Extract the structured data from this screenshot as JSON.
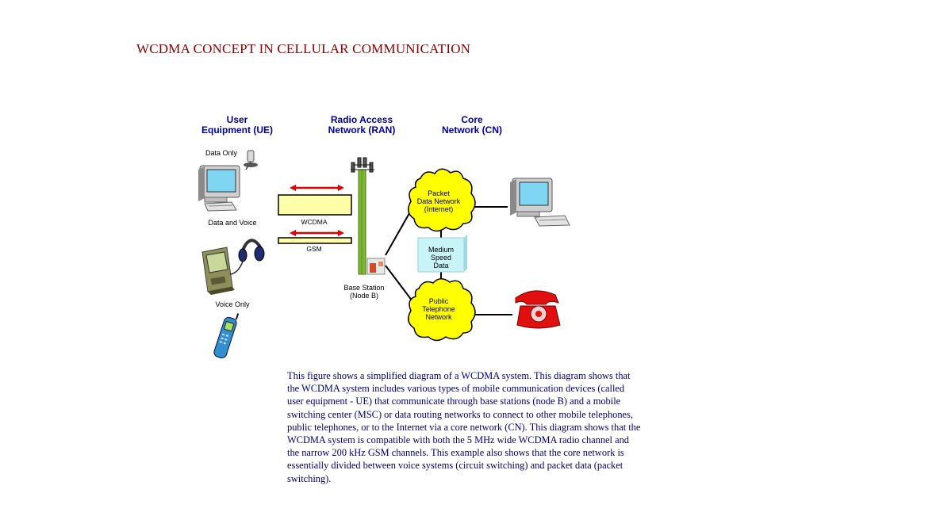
{
  "title": "WCDMA CONCEPT IN CELLULAR COMMUNICATION",
  "headers": {
    "ue": [
      "User",
      "Equipment (UE)"
    ],
    "ran": [
      "Radio Access",
      "Network (RAN)"
    ],
    "cn": [
      "Core",
      "Network (CN)"
    ]
  },
  "ue_labels": {
    "data_only": "Data Only",
    "data_voice": "Data and Voice",
    "voice_only": "Voice Only"
  },
  "channels": {
    "wcdma": "WCDMA",
    "gsm": "GSM"
  },
  "base_station": [
    "Base Station",
    "(Node B)"
  ],
  "packet_network": [
    "Packet",
    "Data Network",
    "(Internet)"
  ],
  "medium_speed": [
    "Medium",
    "Speed",
    "Data"
  ],
  "telephone_network": [
    "Public",
    "Telephone",
    "Network"
  ],
  "caption_lines": [
    "This figure shows a simplified diagram of a WCDMA system. This diagram shows that",
    "the WCDMA system includes various types of mobile communication devices (called",
    "user equipment - UE) that communicate through base stations (node B) and a mobile",
    "switching center (MSC) or data routing networks to connect to other mobile telephones,",
    "public telephones, or to the Internet via a core network (CN). This diagram shows that the",
    "WCDMA system is compatible with both the 5 MHz wide WCDMA radio channel and",
    "the narrow 200 kHz GSM channels. This example also shows that the core network is",
    "essentially divided between voice systems (circuit switching) and packet data (packet",
    "switching)."
  ],
  "colors": {
    "title": "#8b0000",
    "header": "#00009c",
    "cloud": "#ffff00",
    "channel": "#ffffaa",
    "arrow": "#e00000",
    "tower": "#7cb82f",
    "medium_box": "#c8f4f8",
    "phone": "#e01010"
  }
}
